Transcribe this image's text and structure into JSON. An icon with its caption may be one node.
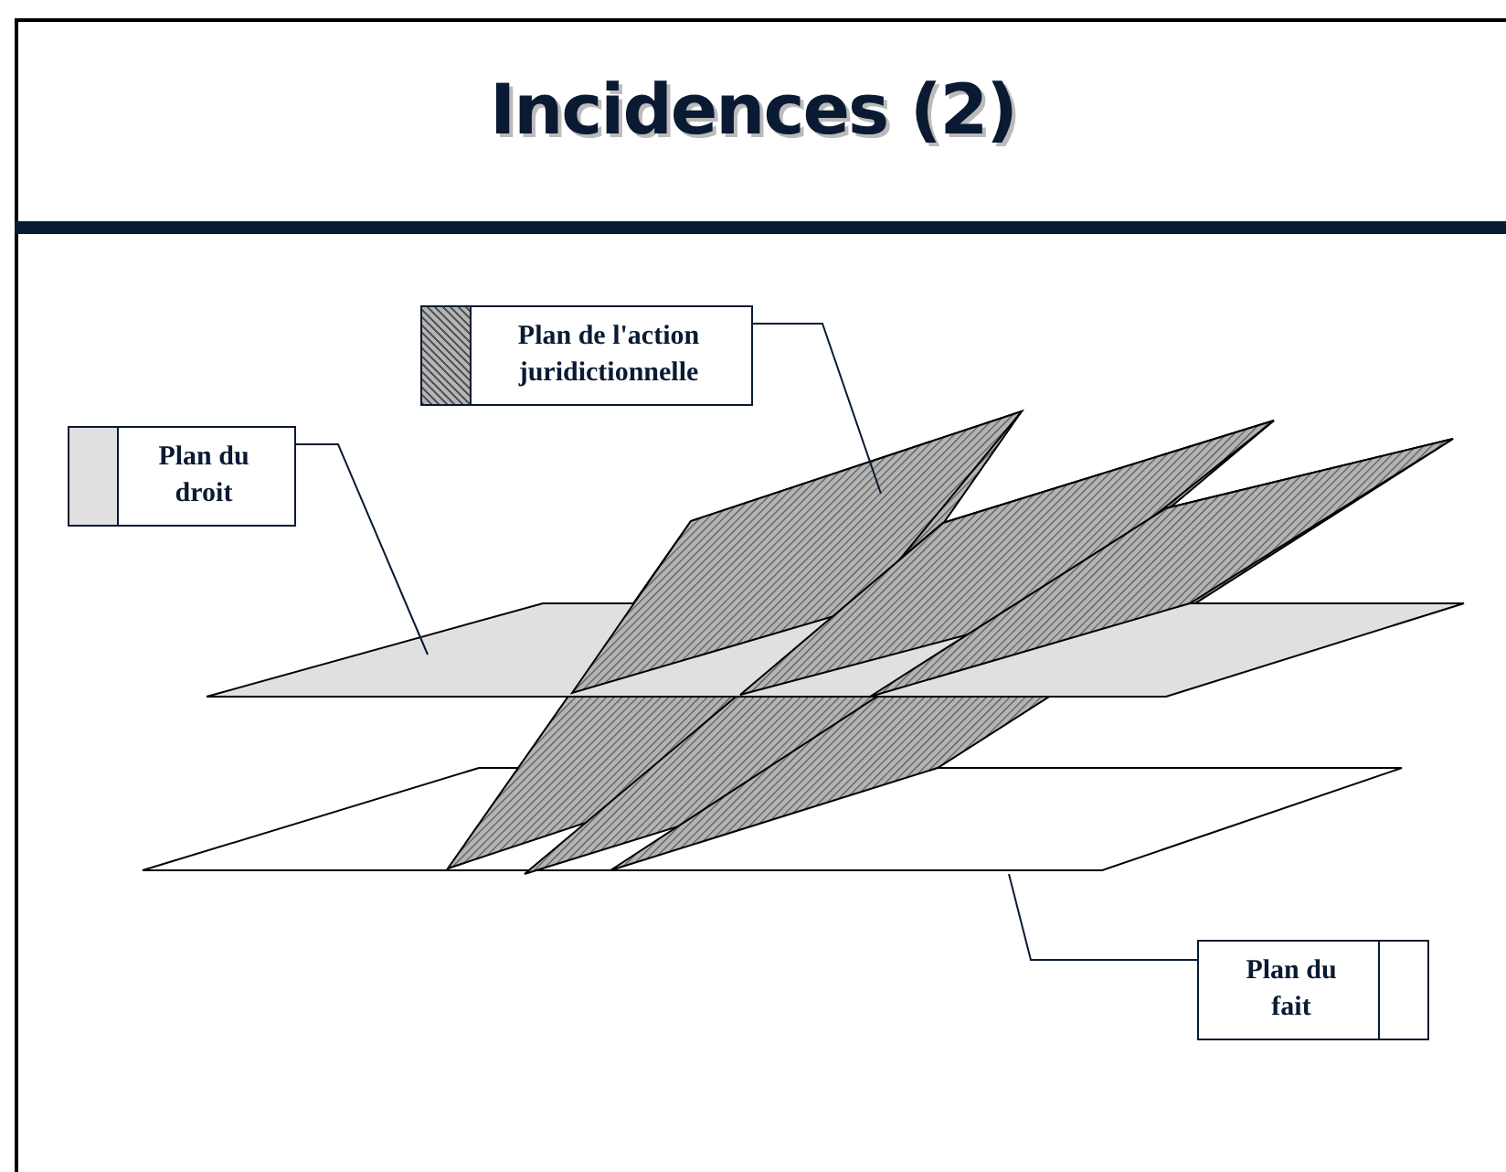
{
  "diagram": {
    "title": "Incidences (2)",
    "nodes": [
      {
        "text": [
          "Plan du droit"
        ]
      },
      {
        "text": [
          "Plan de l'action juridictionnelle"
        ]
      },
      {
        "text": [
          "Plan du fait"
        ]
      },
      {
        "text": [],
        "shape": "parallelogram"
      },
      {
        "text": [],
        "shape": "parallelogram"
      },
      {
        "text": [],
        "shape": "parallelogram"
      }
    ],
    "edges": [
      {
        "from": 0,
        "to": 3,
        "arrow": "none"
      },
      {
        "from": 1,
        "to": 4,
        "arrow": "none"
      },
      {
        "from": 2,
        "to": 5,
        "arrow": "none"
      }
    ]
  }
}
